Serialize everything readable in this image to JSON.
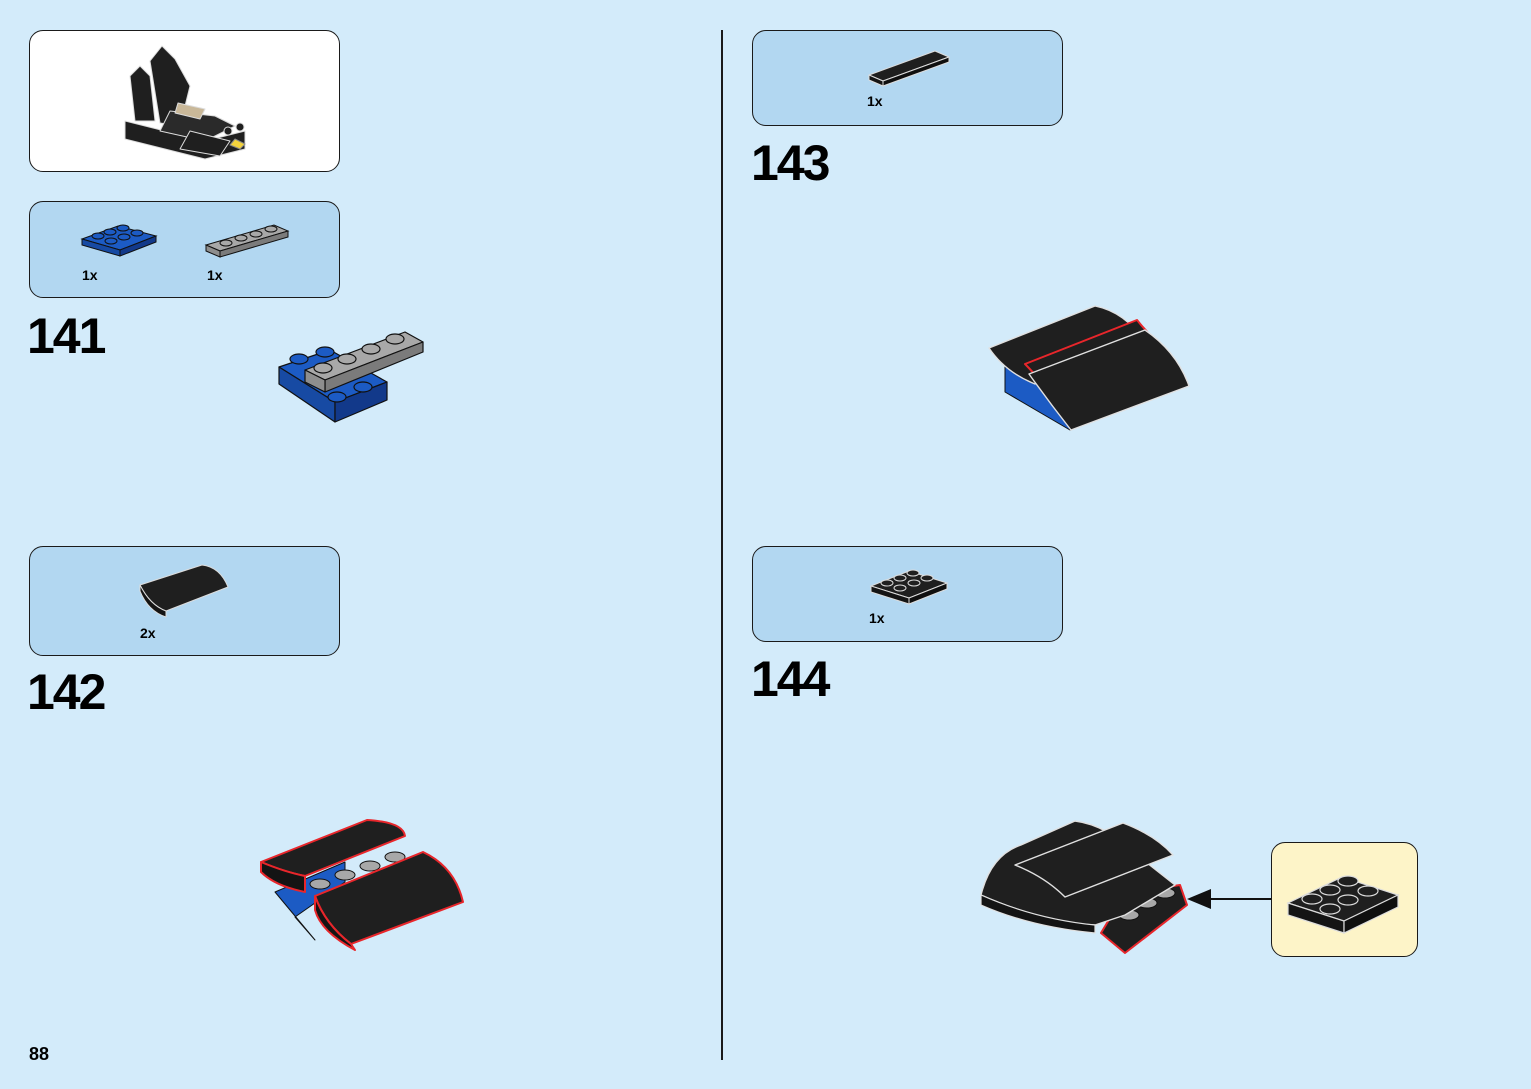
{
  "page": {
    "number": "88"
  },
  "steps": [
    {
      "number": "141",
      "parts": [
        {
          "qty": "1x",
          "color": "blue",
          "icon": "blue-plate-2x3-icon"
        },
        {
          "qty": "1x",
          "color": "light-gray",
          "icon": "gray-plate-1x4-icon"
        }
      ]
    },
    {
      "number": "142",
      "parts": [
        {
          "qty": "2x",
          "color": "black",
          "icon": "black-curved-slope-icon"
        }
      ]
    },
    {
      "number": "143",
      "parts": [
        {
          "qty": "1x",
          "color": "black",
          "icon": "black-tile-icon"
        }
      ]
    },
    {
      "number": "144",
      "parts": [
        {
          "qty": "1x",
          "color": "black",
          "icon": "black-plate-2x3-icon"
        }
      ]
    }
  ],
  "colors": {
    "background": "#d3ebfa",
    "parts_box": "#b2d7f1",
    "callout_box": "#fdf4c8",
    "brick_black": "#1f1f1f",
    "brick_blue": "#1c5bc4",
    "brick_gray": "#a8a8a8",
    "highlight_red": "#e8262b"
  }
}
